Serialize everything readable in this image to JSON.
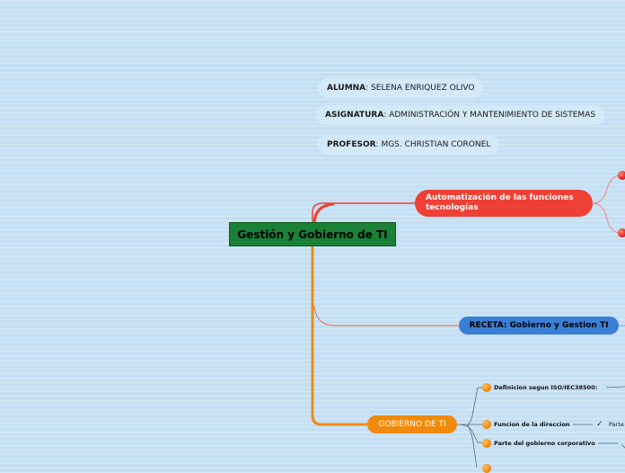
{
  "info": {
    "alumna_label": "ALUMNA",
    "alumna_value": ": SELENA ENRIQUEZ OLIVO",
    "asignatura_label": "ASIGNATURA",
    "asignatura_value": ": ADMINISTRACIÓN Y MANTENIMIENTO DE SISTEMAS",
    "profesor_label": "PROFESOR",
    "profesor_value": ": MGS. CHRISTIAN CORONEL"
  },
  "central_topic": "Gestión y Gobierno de TI",
  "topics": {
    "automatizacion": "Automatización de las funciones tecnologías",
    "receta": "RECETA: Gobierno y Gestion TI",
    "gobierno": "GOBIERNO DE TI"
  },
  "gobierno_subtopics": [
    "Definicion segun ISO/IEC38500:",
    "Funcion de la direccion",
    "Parte del gobierno corporativo"
  ],
  "funcion_child": "Parte",
  "colors": {
    "central": "#1a8135",
    "automatizacion": "#ee4035",
    "receta": "#3a7fd5",
    "gobierno": "#f08a0c",
    "background": "#c5dff3"
  }
}
